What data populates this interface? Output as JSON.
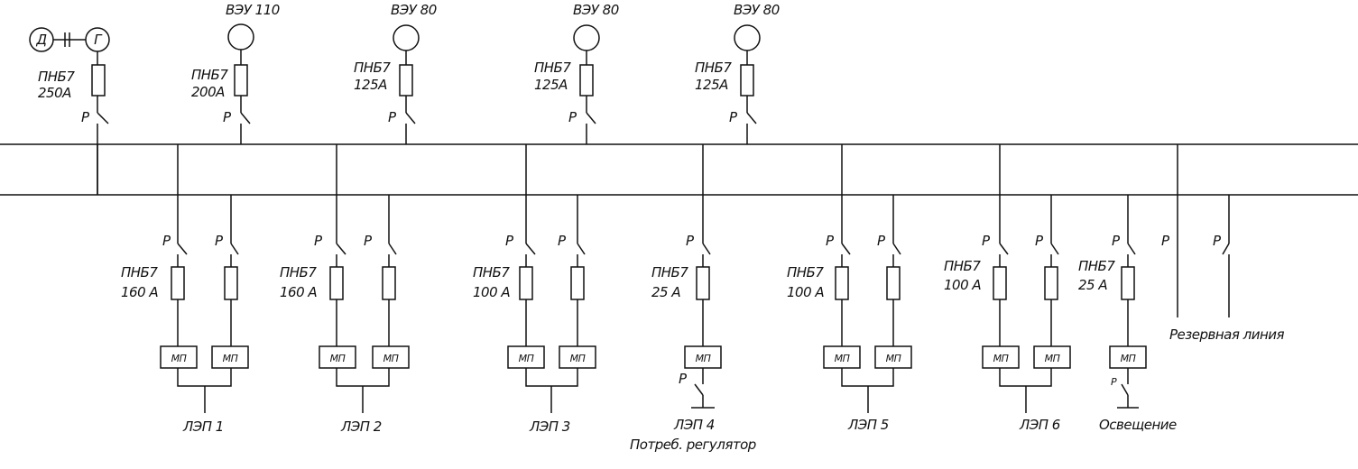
{
  "sources": [
    {
      "id": "dg",
      "d_label": "Д",
      "g_label": "Г",
      "fuse": {
        "line1": "ПНБ7",
        "line2": "250А"
      },
      "switch_label": "Р"
    },
    {
      "id": "v1",
      "label": "ВЭУ 110",
      "fuse": {
        "line1": "ПНБ7",
        "line2": "200А"
      },
      "switch_label": "Р"
    },
    {
      "id": "v2",
      "label": "ВЭУ 80",
      "fuse": {
        "line1": "ПНБ7",
        "line2": "125А"
      },
      "switch_label": "Р"
    },
    {
      "id": "v3",
      "label": "ВЭУ 80",
      "fuse": {
        "line1": "ПНБ7",
        "line2": "125А"
      },
      "switch_label": "Р"
    },
    {
      "id": "v4",
      "label": "ВЭУ 80",
      "fuse": {
        "line1": "ПНБ7",
        "line2": "125А"
      },
      "switch_label": "Р"
    }
  ],
  "feeders": [
    {
      "id": "f1",
      "type": "pair",
      "switch_label": "Р",
      "fuse": {
        "line1": "ПНБ7",
        "line2": "160 А"
      },
      "mp_label": "МП",
      "line_label": "ЛЭП 1"
    },
    {
      "id": "f2",
      "type": "pair",
      "switch_label": "Р",
      "fuse": {
        "line1": "ПНБ7",
        "line2": "160 А"
      },
      "mp_label": "МП",
      "line_label": "ЛЭП 2"
    },
    {
      "id": "f3",
      "type": "pair",
      "switch_label": "Р",
      "fuse": {
        "line1": "ПНБ7",
        "line2": "100 А"
      },
      "mp_label": "МП",
      "line_label": "ЛЭП 3"
    },
    {
      "id": "f4",
      "type": "single",
      "switch_label": "Р",
      "fuse": {
        "line1": "ПНБ7",
        "line2": "25 А"
      },
      "mp_label": "МП",
      "line_label": "ЛЭП 4",
      "line_label2": "Потреб. регулятор"
    },
    {
      "id": "f5",
      "type": "pair",
      "switch_label": "Р",
      "fuse": {
        "line1": "ПНБ7",
        "line2": "100 А"
      },
      "mp_label": "МП",
      "line_label": "ЛЭП 5"
    },
    {
      "id": "f6",
      "type": "pair",
      "switch_label": "Р",
      "fuse": {
        "line1": "ПНБ7",
        "line2": "100 А"
      },
      "mp_label": "МП",
      "line_label": "ЛЭП 6"
    },
    {
      "id": "f7",
      "type": "single",
      "switch_label": "Р",
      "small_switch_label": "Р",
      "fuse": {
        "line1": "ПНБ7",
        "line2": "25 А"
      },
      "mp_label": "МП",
      "line_label": "Освещение"
    },
    {
      "id": "f8",
      "type": "reserve",
      "switch_label": "Р",
      "line_label": "Резервная линия"
    }
  ]
}
